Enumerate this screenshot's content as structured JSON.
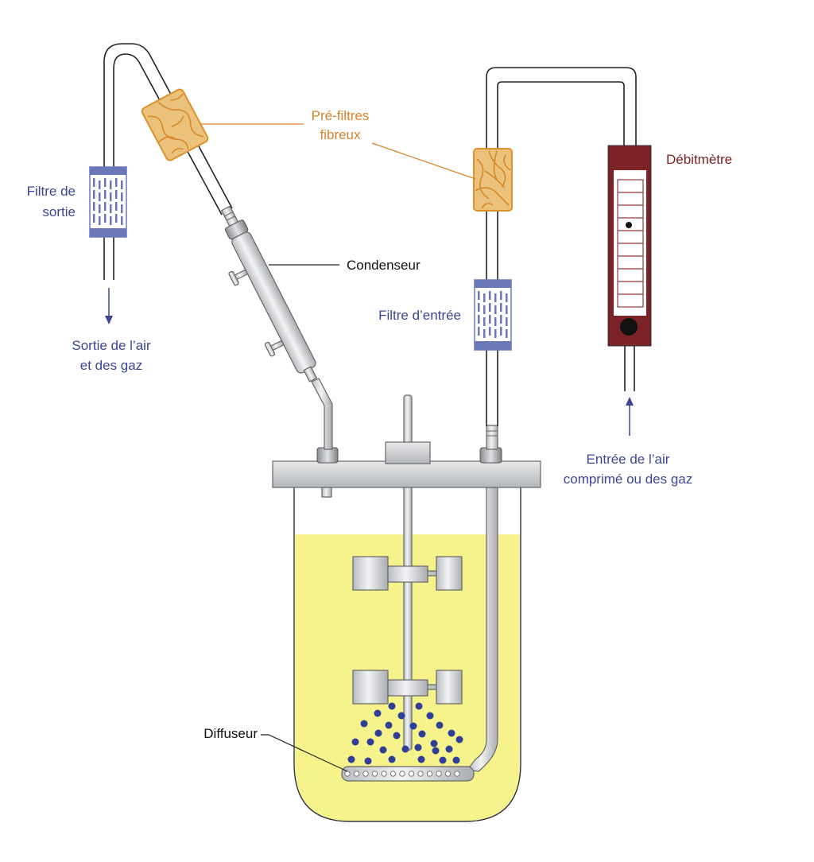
{
  "labels": {
    "prefilters_line1": "Pré-filtres",
    "prefilters_line2": "fibreux",
    "flowmeter": "Débitmètre",
    "outlet_filter_line1": "Filtre de",
    "outlet_filter_line2": "sortie",
    "outlet_line1": "Sortie de l’air",
    "outlet_line2": "et des gaz",
    "condenser": "Condenseur",
    "inlet_filter": "Filtre d’entrée",
    "inlet_line1": "Entrée de l’air",
    "inlet_line2": "comprimé ou des gaz",
    "diffuser": "Diffuseur"
  },
  "colors": {
    "label_blue": "#3b4795",
    "label_orange": "#d9822b",
    "label_maroon": "#7a1f22",
    "filter_blue": "#6a78b8",
    "prefilter_fill": "#eac27c",
    "flowmeter_body": "#7b2327",
    "liquid": "#f6f38c"
  }
}
